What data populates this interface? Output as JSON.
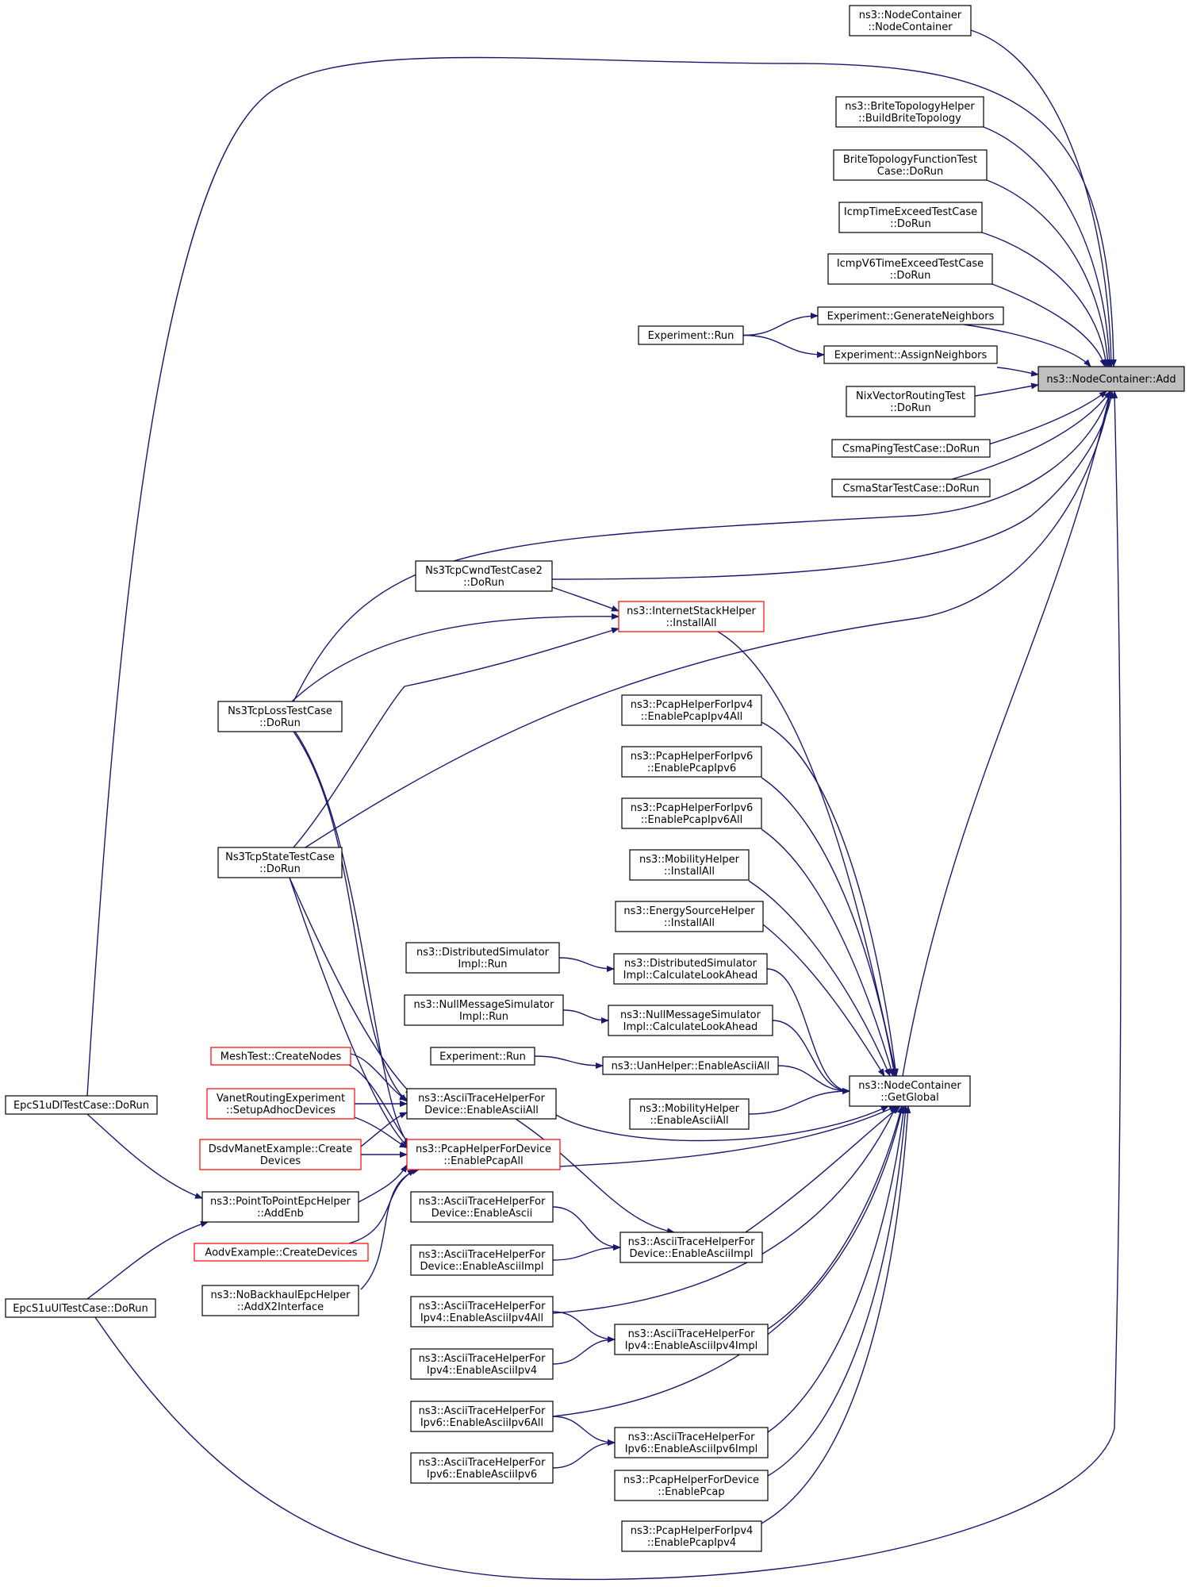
{
  "colors": {
    "edge": "#191970",
    "border": "#000000",
    "truncated_border": "#ff0000",
    "highlight_fill": "#bfbfbf",
    "background": "#ffffff"
  },
  "nodes": [
    {
      "id": "target",
      "lines": [
        "ns3::NodeContainer::Add"
      ],
      "highlighted": true
    },
    {
      "id": "nc_ctor",
      "lines": [
        "ns3::NodeContainer",
        "::NodeContainer"
      ]
    },
    {
      "id": "brite_build",
      "lines": [
        "ns3::BriteTopologyHelper",
        "::BuildBriteTopology"
      ]
    },
    {
      "id": "brite_test",
      "lines": [
        "BriteTopologyFunctionTest",
        "Case::DoRun"
      ]
    },
    {
      "id": "icmp_time",
      "lines": [
        "IcmpTimeExceedTestCase",
        "::DoRun"
      ]
    },
    {
      "id": "icmpv6_time",
      "lines": [
        "IcmpV6TimeExceedTestCase",
        "::DoRun"
      ]
    },
    {
      "id": "exp_gen",
      "lines": [
        "Experiment::GenerateNeighbors"
      ]
    },
    {
      "id": "exp_assign",
      "lines": [
        "Experiment::AssignNeighbors"
      ]
    },
    {
      "id": "exp_run1",
      "lines": [
        "Experiment::Run"
      ]
    },
    {
      "id": "nix",
      "lines": [
        "NixVectorRoutingTest",
        "::DoRun"
      ]
    },
    {
      "id": "csma_ping",
      "lines": [
        "CsmaPingTestCase::DoRun"
      ]
    },
    {
      "id": "csma_star",
      "lines": [
        "CsmaStarTestCase::DoRun"
      ]
    },
    {
      "id": "tcp_cwnd",
      "lines": [
        "Ns3TcpCwndTestCase2",
        "::DoRun"
      ]
    },
    {
      "id": "inet_install",
      "lines": [
        "ns3::InternetStackHelper",
        "::InstallAll"
      ],
      "truncated": true
    },
    {
      "id": "tcp_loss",
      "lines": [
        "Ns3TcpLossTestCase",
        "::DoRun"
      ]
    },
    {
      "id": "tcp_state",
      "lines": [
        "Ns3TcpStateTestCase",
        "::DoRun"
      ]
    },
    {
      "id": "pcap_ipv4_all",
      "lines": [
        "ns3::PcapHelperForIpv4",
        "::EnablePcapIpv4All"
      ]
    },
    {
      "id": "pcap_ipv6",
      "lines": [
        "ns3::PcapHelperForIpv6",
        "::EnablePcapIpv6"
      ]
    },
    {
      "id": "pcap_ipv6_all",
      "lines": [
        "ns3::PcapHelperForIpv6",
        "::EnablePcapIpv6All"
      ]
    },
    {
      "id": "mob_install",
      "lines": [
        "ns3::MobilityHelper",
        "::InstallAll"
      ]
    },
    {
      "id": "energy_install",
      "lines": [
        "ns3::EnergySourceHelper",
        "::InstallAll"
      ]
    },
    {
      "id": "dist_run",
      "lines": [
        "ns3::DistributedSimulator",
        "Impl::Run"
      ]
    },
    {
      "id": "dist_calc",
      "lines": [
        "ns3::DistributedSimulator",
        "Impl::CalculateLookAhead"
      ]
    },
    {
      "id": "null_run",
      "lines": [
        "ns3::NullMessageSimulator",
        "Impl::Run"
      ]
    },
    {
      "id": "null_calc",
      "lines": [
        "ns3::NullMessageSimulator",
        "Impl::CalculateLookAhead"
      ]
    },
    {
      "id": "exp_run2",
      "lines": [
        "Experiment::Run"
      ]
    },
    {
      "id": "uan_ascii",
      "lines": [
        "ns3::UanHelper::EnableAsciiAll"
      ]
    },
    {
      "id": "getglobal",
      "lines": [
        "ns3::NodeContainer",
        "::GetGlobal"
      ]
    },
    {
      "id": "mob_ascii",
      "lines": [
        "ns3::MobilityHelper",
        "::EnableAsciiAll"
      ]
    },
    {
      "id": "mesh",
      "lines": [
        "MeshTest::CreateNodes"
      ],
      "truncated": true
    },
    {
      "id": "vanet",
      "lines": [
        "VanetRoutingExperiment",
        "::SetupAdhocDevices"
      ],
      "truncated": true
    },
    {
      "id": "dsdv",
      "lines": [
        "DsdvManetExample::Create",
        "Devices"
      ],
      "truncated": true
    },
    {
      "id": "aodv",
      "lines": [
        "AodvExample::CreateDevices"
      ],
      "truncated": true
    },
    {
      "id": "ascii_dev_all",
      "lines": [
        "ns3::AsciiTraceHelperFor",
        "Device::EnableAsciiAll"
      ]
    },
    {
      "id": "pcap_dev_all",
      "lines": [
        "ns3::PcapHelperForDevice",
        "::EnablePcapAll"
      ],
      "truncated": true
    },
    {
      "id": "epc_dl",
      "lines": [
        "EpcS1uDlTestCase::DoRun"
      ]
    },
    {
      "id": "epc_ul",
      "lines": [
        "EpcS1uUlTestCase::DoRun"
      ]
    },
    {
      "id": "p2p_addenb",
      "lines": [
        "ns3::PointToPointEpcHelper",
        "::AddEnb"
      ]
    },
    {
      "id": "nobackhaul",
      "lines": [
        "ns3::NoBackhaulEpcHelper",
        "::AddX2Interface"
      ]
    },
    {
      "id": "ascii_dev",
      "lines": [
        "ns3::AsciiTraceHelperFor",
        "Device::EnableAscii"
      ]
    },
    {
      "id": "ascii_dev_impl",
      "lines": [
        "ns3::AsciiTraceHelperFor",
        "Device::EnableAsciiImpl"
      ]
    },
    {
      "id": "ascii_dev_impl_caller",
      "lines": [
        "ns3::AsciiTraceHelperFor",
        "Device::EnableAsciiImpl"
      ]
    },
    {
      "id": "ascii_ipv4_all",
      "lines": [
        "ns3::AsciiTraceHelperFor",
        "Ipv4::EnableAsciiIpv4All"
      ]
    },
    {
      "id": "ascii_ipv4_impl",
      "lines": [
        "ns3::AsciiTraceHelperFor",
        "Ipv4::EnableAsciiIpv4Impl"
      ]
    },
    {
      "id": "ascii_ipv4",
      "lines": [
        "ns3::AsciiTraceHelperFor",
        "Ipv4::EnableAsciiIpv4"
      ]
    },
    {
      "id": "ascii_ipv6_all",
      "lines": [
        "ns3::AsciiTraceHelperFor",
        "Ipv6::EnableAsciiIpv6All"
      ]
    },
    {
      "id": "ascii_ipv6_impl",
      "lines": [
        "ns3::AsciiTraceHelperFor",
        "Ipv6::EnableAsciiIpv6Impl"
      ]
    },
    {
      "id": "ascii_ipv6",
      "lines": [
        "ns3::AsciiTraceHelperFor",
        "Ipv6::EnableAsciiIpv6"
      ]
    },
    {
      "id": "pcap_dev",
      "lines": [
        "ns3::PcapHelperForDevice",
        "::EnablePcap"
      ]
    },
    {
      "id": "pcap_ipv4",
      "lines": [
        "ns3::PcapHelperForIpv4",
        "::EnablePcapIpv4"
      ]
    }
  ],
  "edges": [
    [
      "nc_ctor",
      "target"
    ],
    [
      "brite_build",
      "target"
    ],
    [
      "brite_test",
      "target"
    ],
    [
      "icmp_time",
      "target"
    ],
    [
      "icmpv6_time",
      "target"
    ],
    [
      "exp_gen",
      "target"
    ],
    [
      "exp_assign",
      "target"
    ],
    [
      "nix",
      "target"
    ],
    [
      "csma_ping",
      "target"
    ],
    [
      "csma_star",
      "target"
    ],
    [
      "tcp_cwnd",
      "target"
    ],
    [
      "tcp_loss",
      "target"
    ],
    [
      "tcp_state",
      "target"
    ],
    [
      "epc_dl",
      "target"
    ],
    [
      "epc_ul",
      "target"
    ],
    [
      "getglobal",
      "target"
    ],
    [
      "exp_run1",
      "exp_gen"
    ],
    [
      "exp_run1",
      "exp_assign"
    ],
    [
      "tcp_cwnd",
      "inet_install"
    ],
    [
      "tcp_loss",
      "inet_install"
    ],
    [
      "tcp_state",
      "inet_install"
    ],
    [
      "inet_install",
      "getglobal"
    ],
    [
      "pcap_ipv4_all",
      "getglobal"
    ],
    [
      "pcap_ipv6",
      "getglobal"
    ],
    [
      "pcap_ipv6_all",
      "getglobal"
    ],
    [
      "mob_install",
      "getglobal"
    ],
    [
      "energy_install",
      "getglobal"
    ],
    [
      "dist_calc",
      "getglobal"
    ],
    [
      "null_calc",
      "getglobal"
    ],
    [
      "uan_ascii",
      "getglobal"
    ],
    [
      "mob_ascii",
      "getglobal"
    ],
    [
      "ascii_dev_all",
      "getglobal"
    ],
    [
      "pcap_dev_all",
      "getglobal"
    ],
    [
      "ascii_dev_impl_caller",
      "getglobal"
    ],
    [
      "ascii_ipv4_all",
      "getglobal"
    ],
    [
      "ascii_ipv4_impl",
      "getglobal"
    ],
    [
      "ascii_ipv6_all",
      "getglobal"
    ],
    [
      "ascii_ipv6_impl",
      "getglobal"
    ],
    [
      "pcap_dev",
      "getglobal"
    ],
    [
      "pcap_ipv4",
      "getglobal"
    ],
    [
      "dist_run",
      "dist_calc"
    ],
    [
      "null_run",
      "null_calc"
    ],
    [
      "exp_run2",
      "uan_ascii"
    ],
    [
      "tcp_loss",
      "ascii_dev_all"
    ],
    [
      "tcp_state",
      "ascii_dev_all"
    ],
    [
      "mesh",
      "ascii_dev_all"
    ],
    [
      "vanet",
      "ascii_dev_all"
    ],
    [
      "dsdv",
      "ascii_dev_all"
    ],
    [
      "tcp_loss",
      "pcap_dev_all"
    ],
    [
      "tcp_state",
      "pcap_dev_all"
    ],
    [
      "mesh",
      "pcap_dev_all"
    ],
    [
      "vanet",
      "pcap_dev_all"
    ],
    [
      "dsdv",
      "pcap_dev_all"
    ],
    [
      "aodv",
      "pcap_dev_all"
    ],
    [
      "p2p_addenb",
      "pcap_dev_all"
    ],
    [
      "nobackhaul",
      "pcap_dev_all"
    ],
    [
      "epc_dl",
      "p2p_addenb"
    ],
    [
      "epc_ul",
      "p2p_addenb"
    ],
    [
      "ascii_dev_all",
      "ascii_dev_impl_caller"
    ],
    [
      "ascii_dev",
      "ascii_dev_impl_caller"
    ],
    [
      "ascii_dev_impl",
      "ascii_dev_impl_caller"
    ],
    [
      "ascii_ipv4_all",
      "ascii_ipv4_impl"
    ],
    [
      "ascii_ipv4",
      "ascii_ipv4_impl"
    ],
    [
      "ascii_ipv6_all",
      "ascii_ipv6_impl"
    ],
    [
      "ascii_ipv6",
      "ascii_ipv6_impl"
    ]
  ]
}
